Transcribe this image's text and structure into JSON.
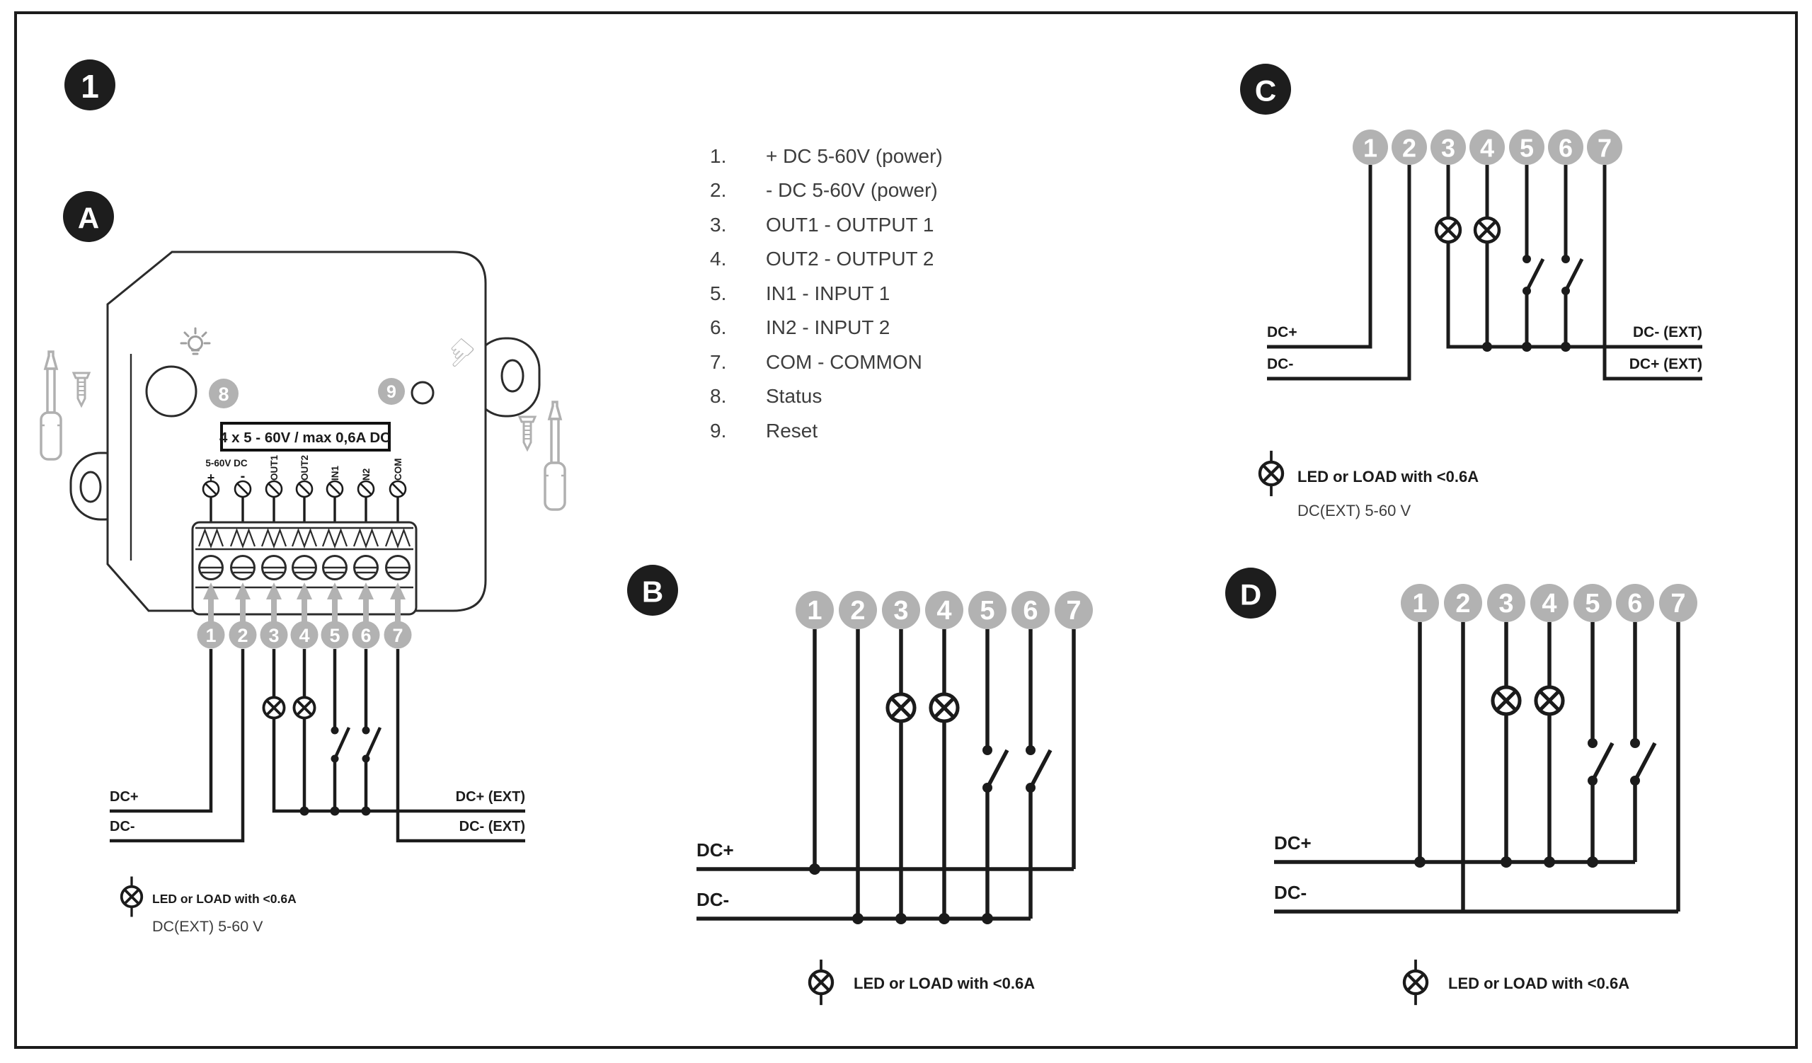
{
  "sheet": {
    "step_badge": "1",
    "variant_badges": {
      "a": "A",
      "b": "B",
      "c": "C",
      "d": "D"
    }
  },
  "legend_list": {
    "items": [
      {
        "num": "1.",
        "text": "+ DC 5-60V (power)"
      },
      {
        "num": "2.",
        "text": "- DC 5-60V (power)"
      },
      {
        "num": "3.",
        "text": "OUT1 - OUTPUT 1"
      },
      {
        "num": "4.",
        "text": "OUT2 - OUTPUT 2"
      },
      {
        "num": "5.",
        "text": "IN1 - INPUT 1"
      },
      {
        "num": "6.",
        "text": "IN2 - INPUT 2"
      },
      {
        "num": "7.",
        "text": "COM - COMMON"
      },
      {
        "num": "8.",
        "text": "Status"
      },
      {
        "num": "9.",
        "text": "Reset"
      }
    ]
  },
  "device": {
    "rating_label": "4 x 5 - 60V / max 0,6A DC",
    "power_group_label": "5-60V DC",
    "terminal_labels": [
      "+",
      "-",
      "OUT1",
      "OUT2",
      "IN1",
      "N2",
      "COM"
    ],
    "status_badge": "8",
    "reset_badge": "9"
  },
  "terminal_numbers": [
    "1",
    "2",
    "3",
    "4",
    "5",
    "6",
    "7"
  ],
  "wiring_labels": {
    "dc_plus": "DC+",
    "dc_minus": "DC-",
    "dc_plus_ext": "DC+ (EXT)",
    "dc_minus_ext": "DC- (EXT)",
    "led_note": "LED or LOAD with <0.6A",
    "dc_ext_note": "DC(EXT) 5-60 V"
  },
  "colors": {
    "badge_black": "#1d1d1d",
    "numbered_circle_gray": "#b2b2b2",
    "wire_black": "#1b1b1b",
    "icon_gray": "#b0b0b0",
    "list_text": "#3d3d3d"
  }
}
